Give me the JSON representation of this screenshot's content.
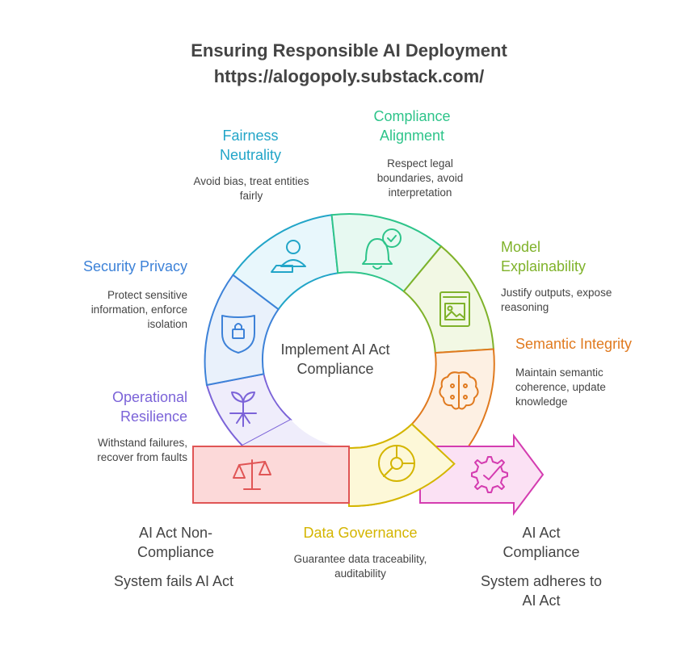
{
  "title": "Ensuring Responsible AI Deployment",
  "subtitle": "https://alogopoly.substack.com/",
  "center_label": "Implement AI Act Compliance",
  "segments": [
    {
      "id": "fairness",
      "title": "Fairness Neutrality",
      "desc": "Avoid bias, treat entities fairly",
      "color": "#22a5c8",
      "icon": "user-at-desk-icon"
    },
    {
      "id": "compliance",
      "title": "Compliance Alignment",
      "desc": "Respect legal boundaries, avoid interpretation",
      "color": "#2ec48a",
      "icon": "bell-check-icon"
    },
    {
      "id": "explainability",
      "title": "Model Explainability",
      "desc": "Justify outputs, expose reasoning",
      "color": "#7fb22a",
      "icon": "image-document-icon"
    },
    {
      "id": "semantic",
      "title": "Semantic Integrity",
      "desc": "Maintain semantic coherence, update knowledge",
      "color": "#e07a1f",
      "icon": "brain-circuit-icon"
    },
    {
      "id": "datagov",
      "title": "Data Governance",
      "desc": "Guarantee data traceability, auditability",
      "color": "#d4b500",
      "icon": "pie-chart-icon"
    },
    {
      "id": "resilience",
      "title": "Operational Resilience",
      "desc": "Withstand failures, recover from faults",
      "color": "#7b63d8",
      "icon": "sprout-icon"
    },
    {
      "id": "security",
      "title": "Security Privacy",
      "desc": "Protect sensitive information, enforce isolation",
      "color": "#3d82d8",
      "icon": "shield-lock-icon"
    }
  ],
  "noncompliance": {
    "title": "AI Act Non-Compliance",
    "desc": "System fails AI Act",
    "color": "#e05555",
    "icon": "scales-icon"
  },
  "compliance_out": {
    "title": "AI Act Compliance",
    "desc": "System adheres to AI Act",
    "color": "#d43cb0",
    "icon": "gear-check-icon"
  }
}
